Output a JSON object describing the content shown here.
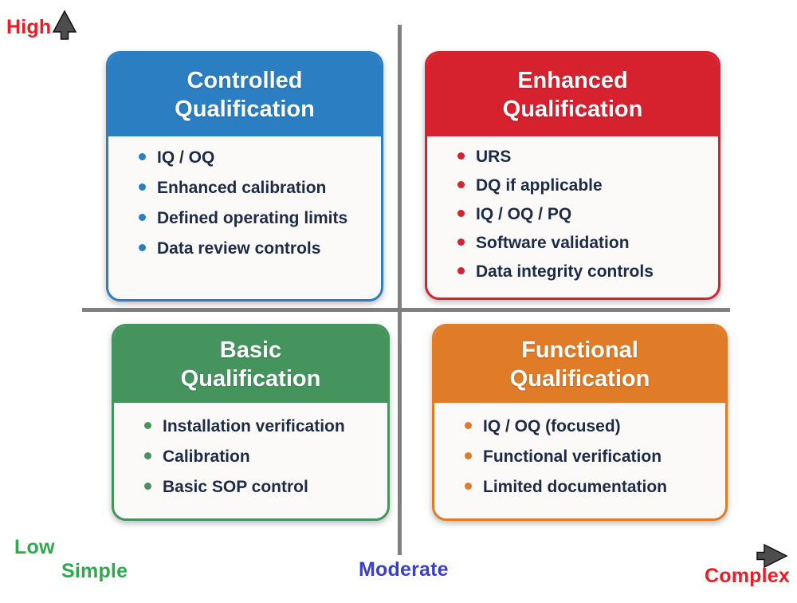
{
  "axes": {
    "y_top_label": "High",
    "y_bottom_label": "Low",
    "x_left_label": "Simple",
    "x_center_label": "Moderate",
    "x_right_label": "Complex",
    "colors": {
      "high": "#ed1c24",
      "low": "#2fa84f",
      "simple": "#2fa84f",
      "moderate": "#3b3fc8",
      "complex": "#ed1c24",
      "line": "#7f7f7f",
      "arrow": "#4d4d4d"
    }
  },
  "quadrants": {
    "controlled": {
      "title": "Controlled\nQualification",
      "accent": "#2b7ec1",
      "items": [
        "IQ / OQ",
        "Enhanced calibration",
        "Defined operating limits",
        "Data review controls"
      ]
    },
    "enhanced": {
      "title": "Enhanced\nQualification",
      "accent": "#d6212f",
      "items": [
        "URS",
        "DQ if applicable",
        "IQ / OQ / PQ",
        "Software validation",
        "Data integrity controls"
      ]
    },
    "basic": {
      "title": "Basic\nQualification",
      "accent": "#45945e",
      "items": [
        "Installation verification",
        "Calibration",
        "Basic SOP control"
      ]
    },
    "functional": {
      "title": "Functional\nQualification",
      "accent": "#e07c28",
      "items": [
        "IQ / OQ (focused)",
        "Functional verification",
        "Limited documentation"
      ]
    }
  }
}
